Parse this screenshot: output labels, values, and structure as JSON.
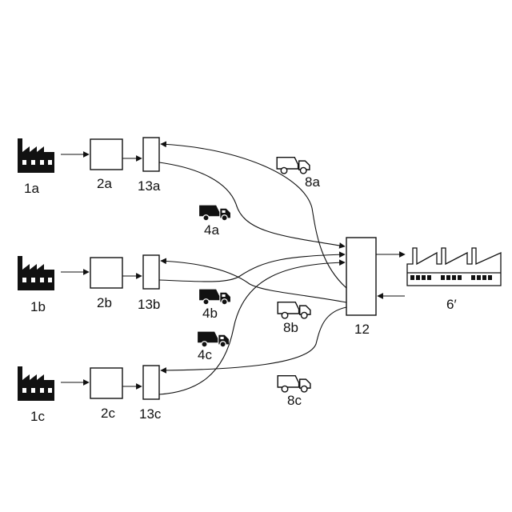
{
  "labels": {
    "factory_a": "1a",
    "factory_b": "1b",
    "factory_c": "1c",
    "unit_a": "2a",
    "unit_b": "2b",
    "unit_c": "2c",
    "terminal_a": "13a",
    "terminal_b": "13b",
    "terminal_c": "13c",
    "truck_loaded_a": "4a",
    "truck_loaded_b": "4b",
    "truck_loaded_c": "4c",
    "truck_empty_a": "8a",
    "truck_empty_b": "8b",
    "truck_empty_c": "8c",
    "hub": "12",
    "plant": "6′"
  },
  "icons": {
    "factory": "factory-icon",
    "plant": "plant-icon",
    "truck_loaded": "loaded-truck-icon",
    "truck_empty": "empty-truck-icon"
  },
  "colors": {
    "stroke": "#111111",
    "background": "#ffffff"
  }
}
